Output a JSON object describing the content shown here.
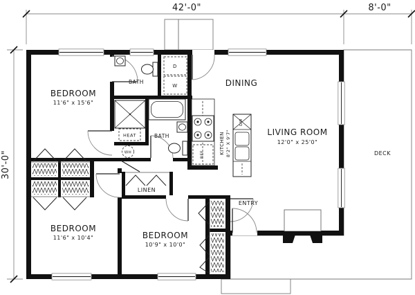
{
  "dims": {
    "width": "42'-0\"",
    "deck": "8'-0\"",
    "height": "30'-0\""
  },
  "rooms": {
    "bedroom1": {
      "name": "BEDROOM",
      "size": "11'6\" x 15'6\""
    },
    "bedroom2": {
      "name": "BEDROOM",
      "size": "11'6\" x 10'4\""
    },
    "bedroom3": {
      "name": "BEDROOM",
      "size": "10'9\" x 10'0\""
    },
    "living": {
      "name": "LIVING ROOM",
      "size": "12'0\" x 25'0\""
    },
    "dining": {
      "name": "DINING"
    },
    "kitchen": {
      "name": "KITCHEN",
      "size": "8'2\" X 9'7\""
    },
    "bath_upper": {
      "name": "BATH"
    },
    "bath_lower": {
      "name": "BATH"
    },
    "entry": {
      "name": "ENTRY"
    },
    "linen": {
      "name": "LINEN"
    },
    "heat": {
      "name": "HEAT"
    },
    "deck": {
      "name": "DECK"
    }
  },
  "appliances": {
    "dryer": "D",
    "washer": "W",
    "water_heater": "WH",
    "refrigerator": "REF",
    "dishwasher": "DW"
  },
  "colors": {
    "wall": "#111111",
    "door_arc": "#888888",
    "hatch": "#9a9a9a",
    "dimension": "#888888",
    "text": "#1a1a1a",
    "background": "#ffffff"
  }
}
